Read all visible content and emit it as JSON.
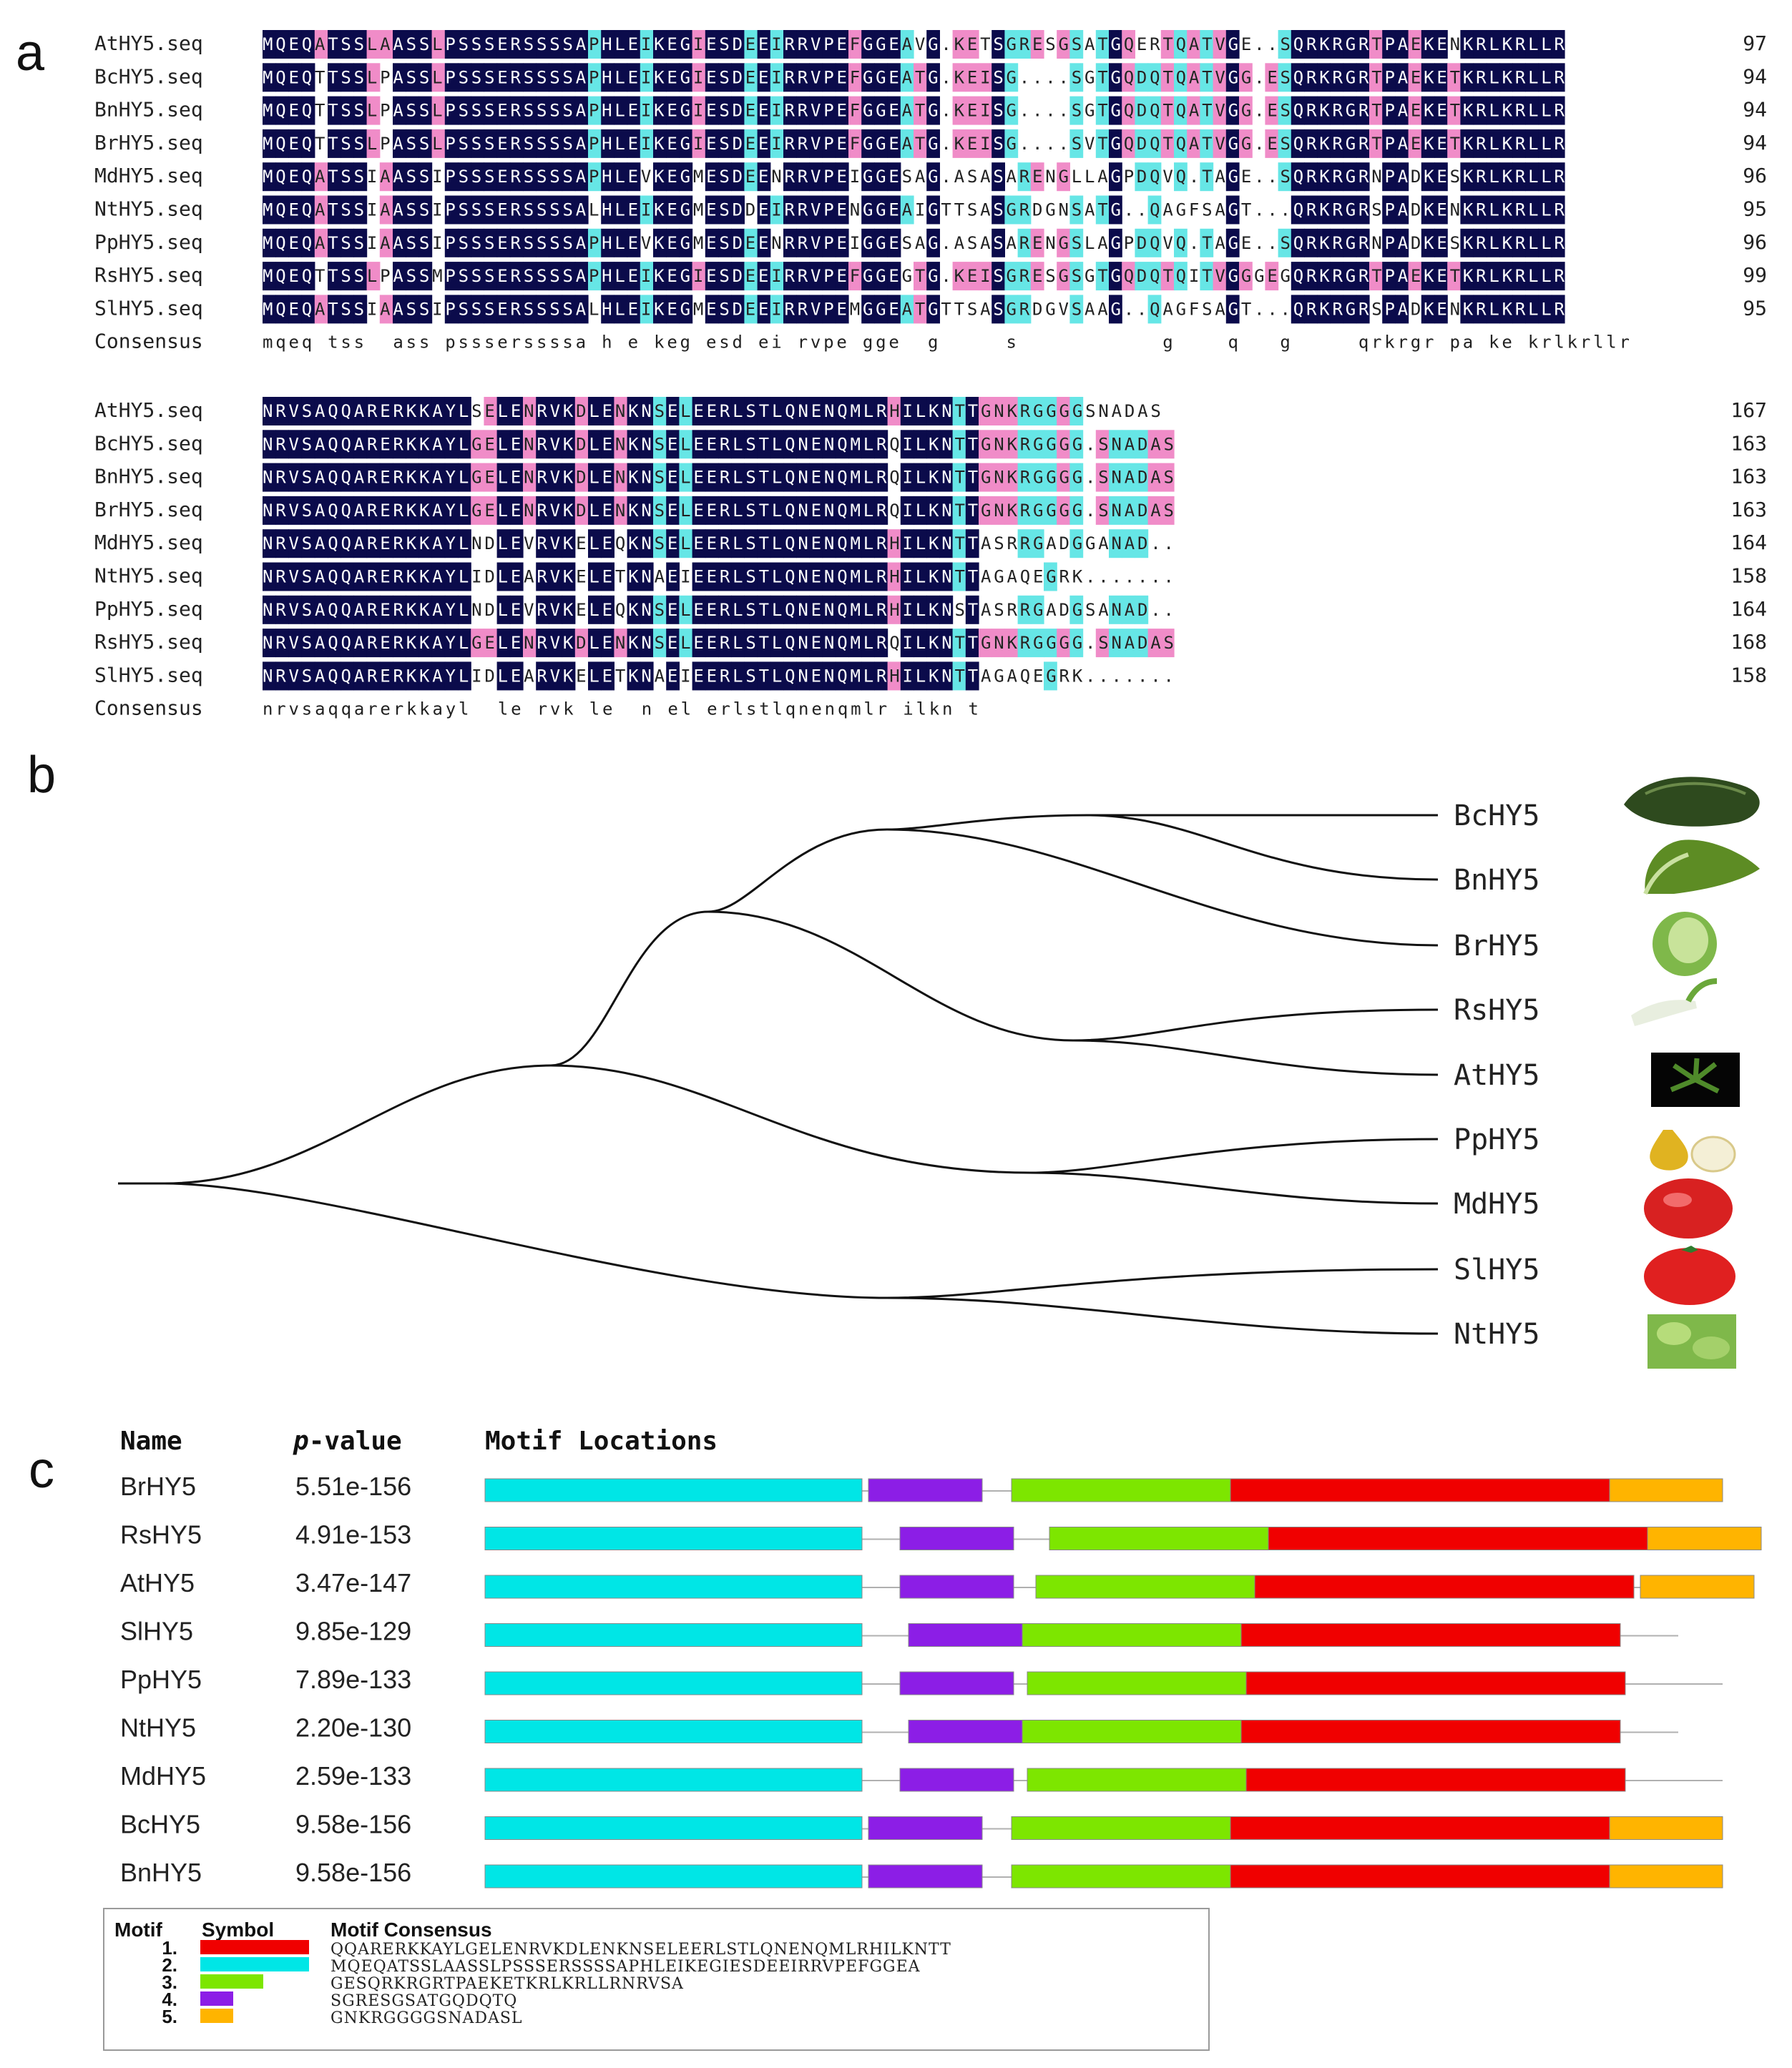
{
  "panel_a": {
    "label": "a",
    "block1": {
      "rows": [
        {
          "name": "AtHY5.seq",
          "seq": "MQEQATSSLAASSLPSSSERSSSSAPHLEIKEGIESDEEIRRVPEFGGEAVG.KETSGRESGSATGQERTQATVGE..SQRKRGRTPAEKENKRLKRLLR",
          "num": "97"
        },
        {
          "name": "BcHY5.seq",
          "seq": "MQEQTTSSLPASSLPSSSERSSSSAPHLEIKEGIESDEEIRRVPEFGGEATG.KEISG....SGTGQDQTQATVGG.ESQRKRGRTPAEKETKRLKRLLR",
          "num": "94"
        },
        {
          "name": "BnHY5.seq",
          "seq": "MQEQTTSSLPASSLPSSSERSSSSAPHLEIKEGIESDEEIRRVPEFGGEATG.KEISG....SGTGQDQTQATVGG.ESQRKRGRTPAEKETKRLKRLLR",
          "num": "94"
        },
        {
          "name": "BrHY5.seq",
          "seq": "MQEQTTSSLPASSLPSSSERSSSSAPHLEIKEGIESDEEIRRVPEFGGEATG.KEISG....SVTGQDQTQATVGG.ESQRKRGRTPAEKETKRLKRLLR",
          "num": "94"
        },
        {
          "name": "MdHY5.seq",
          "seq": "MQEQATSSIAASSIPSSSERSSSSAPHLEVKEGMESDEENRRVPEIGGESAG.ASASARENGLLAGPDQVQ.TAGE..SQRKRGRNPADKESKRLKRLLR",
          "num": "96"
        },
        {
          "name": "NtHY5.seq",
          "seq": "MQEQATSSIAASSIPSSSERSSSSALHLEIKEGMESDDEIRRVPENGGEAIGTTSASGRDGNSATG..QAGFSAGT...QRKRGRSPADKENKRLKRLLR",
          "num": "95"
        },
        {
          "name": "PpHY5.seq",
          "seq": "MQEQATSSIAASSIPSSSERSSSSAPHLEVKEGMESDEENRRVPEIGGESAG.ASASARENGSLAGPDQVQ.TAGE..SQRKRGRNPADKESKRLKRLLR",
          "num": "96"
        },
        {
          "name": "RsHY5.seq",
          "seq": "MQEQTTSSLPASSMPSSSERSSSSAPHLEIKEGIESDEEIRRVPEFGGEGTG.KEISGRESGSGTGQDQTQITVGGGEGQRKRGRTPAEKETKRLKRLLR",
          "num": "99"
        },
        {
          "name": "SlHY5.seq",
          "seq": "MQEQATSSIAASSIPSSSERSSSSALHLEIKEGMESDEEIRRVPEMGGEATGTTSASGRDGVSAAG..QAGFSAGT...QRKRGRSPADKENKRLKRLLR",
          "num": "95"
        }
      ],
      "consensus_label": "Consensus",
      "consensus": "mqeq tss  ass pssserssssa h e keg esd ei rvpe gge  g     s           g    q   g     qrkrgr pa ke krlkrllr"
    },
    "block2": {
      "rows": [
        {
          "name": "AtHY5.seq",
          "seq": "NRVSAQQARERKKAYLSELENRVKDLENKNSELEERLSTLQNENQMLRHILKNTTGNKRGGGGSNADAS",
          "num": "167"
        },
        {
          "name": "BcHY5.seq",
          "seq": "NRVSAQQARERKKAYLGELENRVKDLENKNSELEERLSTLQNENQMLRQILKNTTGNKRGGGG.SNADAS",
          "num": "163"
        },
        {
          "name": "BnHY5.seq",
          "seq": "NRVSAQQARERKKAYLGELENRVKDLENKNSELEERLSTLQNENQMLRQILKNTTGNKRGGGG.SNADAS",
          "num": "163"
        },
        {
          "name": "BrHY5.seq",
          "seq": "NRVSAQQARERKKAYLGELENRVKDLENKNSELEERLSTLQNENQMLRQILKNTTGNKRGGGG.SNADAS",
          "num": "163"
        },
        {
          "name": "MdHY5.seq",
          "seq": "NRVSAQQARERKKAYLNDLEVRVKELEQKNSELEERLSTLQNENQMLRHILKNTTASRRGADGGANAD..",
          "num": "164"
        },
        {
          "name": "NtHY5.seq",
          "seq": "NRVSAQQARERKKAYLIDLEARVKELETKNAEIEERLSTLQNENQMLRHILKNTTAGAQEGRK.......",
          "num": "158"
        },
        {
          "name": "PpHY5.seq",
          "seq": "NRVSAQQARERKKAYLNDLEVRVKELEQKNSELEERLSTLQNENQMLRHILKNSTASRRGADGSANAD..",
          "num": "164"
        },
        {
          "name": "RsHY5.seq",
          "seq": "NRVSAQQARERKKAYLGELENRVKDLENKNSELEERLSTLQNENQMLRQILKNTTGNKRGGGG.SNADAS",
          "num": "168"
        },
        {
          "name": "SlHY5.seq",
          "seq": "NRVSAQQARERKKAYLIDLEARVKELETKNAEIEERLSTLQNENQMLRHILKNTTAGAQEGRK.......",
          "num": "158"
        }
      ],
      "consensus_label": "Consensus",
      "consensus": "nrvsaqqarerkkayl  le rvk le  n el erlstlqnenqmlr ilkn t"
    },
    "colors": {
      "identical": "#0b0b4b",
      "high": "#66e6e6",
      "medium": "#f08cc8",
      "identical_text": "#ffffff",
      "other_text": "#222222"
    }
  },
  "panel_b": {
    "label": "b",
    "taxa": [
      {
        "label": "BcHY5",
        "icon": "pak-choi-photo"
      },
      {
        "label": "BnHY5",
        "icon": "bok-choy-photo"
      },
      {
        "label": "BrHY5",
        "icon": "cabbage-photo"
      },
      {
        "label": "RsHY5",
        "icon": "radish-photo"
      },
      {
        "label": "AtHY5",
        "icon": "arabidopsis-photo"
      },
      {
        "label": "PpHY5",
        "icon": "pear-photo"
      },
      {
        "label": "MdHY5",
        "icon": "apple-photo"
      },
      {
        "label": "SlHY5",
        "icon": "tomato-photo"
      },
      {
        "label": "NtHY5",
        "icon": "tobacco-photo"
      }
    ]
  },
  "panel_c": {
    "label": "c",
    "headers": {
      "name": "Name",
      "pvalue_p": "p",
      "pvalue_rest": "-value",
      "locations": "Motif Locations"
    },
    "rows": [
      {
        "name": "BrHY5",
        "pvalue": "5.51e-156"
      },
      {
        "name": "RsHY5",
        "pvalue": "4.91e-153"
      },
      {
        "name": "AtHY5",
        "pvalue": "3.47e-147"
      },
      {
        "name": "SlHY5",
        "pvalue": "9.85e-129"
      },
      {
        "name": "PpHY5",
        "pvalue": "7.89e-133"
      },
      {
        "name": "NtHY5",
        "pvalue": "2.20e-130"
      },
      {
        "name": "MdHY5",
        "pvalue": "2.59e-133"
      },
      {
        "name": "BcHY5",
        "pvalue": "9.58e-156"
      },
      {
        "name": "BnHY5",
        "pvalue": "9.58e-156"
      }
    ],
    "motif_colors": {
      "m1": "#f00000",
      "m2": "#00e6e6",
      "m3": "#7de600",
      "m4": "#8c1ee6",
      "m5": "#ffb400"
    },
    "legend": {
      "headers": {
        "motif": "Motif",
        "symbol": "Symbol",
        "consensus": "Motif Consensus"
      },
      "items": [
        {
          "num": "1.",
          "consensus": "QQARERKKAYLGELENRVKDLENKNSELEERLSTLQNENQMLRHILKNTT"
        },
        {
          "num": "2.",
          "consensus": "MQEQATSSLAASSLPSSSERSSSSAPHLEIKEGIESDEEIRRVPEFGGEA"
        },
        {
          "num": "3.",
          "consensus": "GESQRKRGRTPAEKETKRLKRLLRNRVSA"
        },
        {
          "num": "4.",
          "consensus": "SGRESGSATGQDQTQ"
        },
        {
          "num": "5.",
          "consensus": "GNKRGGGGSNADASL"
        }
      ]
    }
  }
}
